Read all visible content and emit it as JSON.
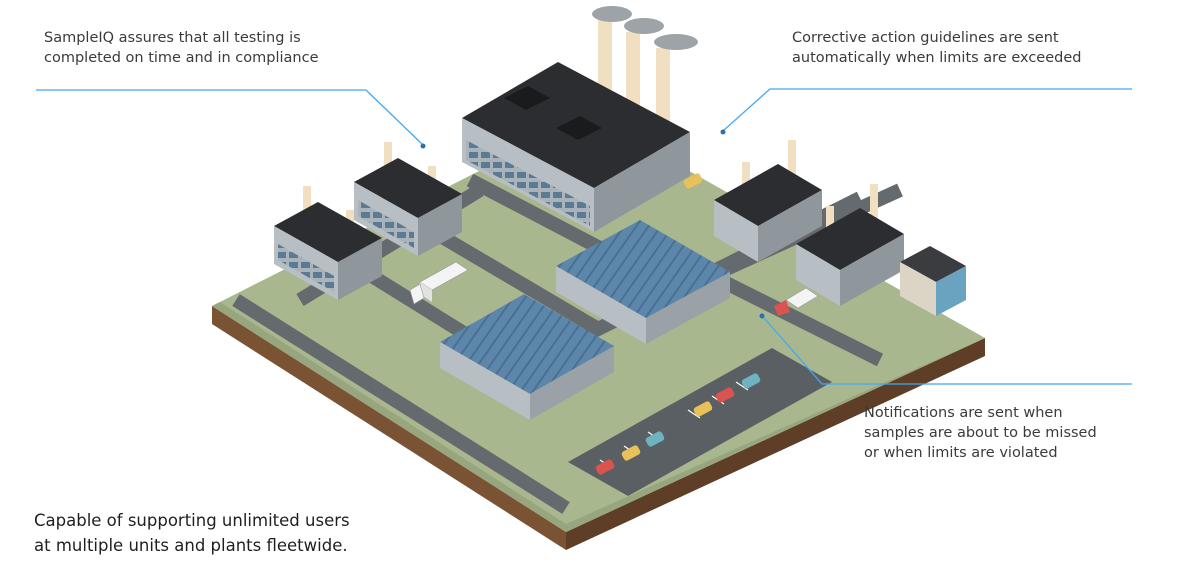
{
  "callouts": {
    "top_left": {
      "line1": "SampleIQ assures that all testing is",
      "line2": "completed on time and in compliance"
    },
    "top_right": {
      "line1": "Corrective action guidelines are sent",
      "line2": "automatically when limits are exceeded"
    },
    "bottom_right": {
      "line1": "Notifications are sent when",
      "line2": "samples are about to be missed",
      "line3": "or when limits are violated"
    },
    "bottom_left": {
      "line1": "Capable of supporting unlimited users",
      "line2": "at multiple units and plants fleetwide."
    }
  },
  "colors": {
    "leader_line": "#3fa9f5",
    "grass": "#a9b78f",
    "road": "#646a6e",
    "roof_dark": "#2b2d30",
    "roof_blue": "#5d86ab",
    "wall": "#b7bec4",
    "soil": "#7a5234"
  }
}
